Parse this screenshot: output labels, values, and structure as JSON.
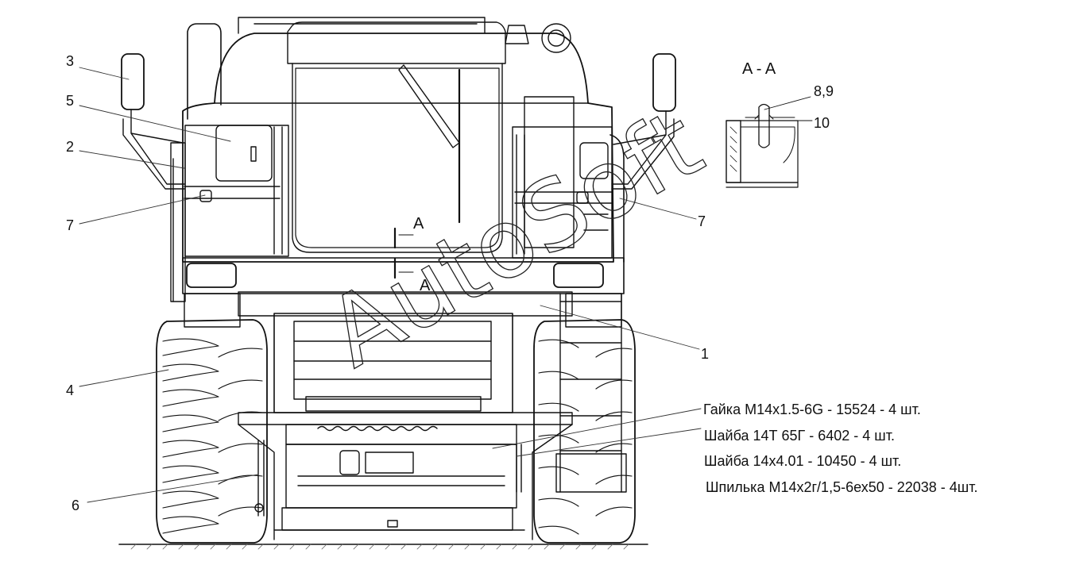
{
  "callouts": [
    {
      "label": "3"
    },
    {
      "label": "5"
    },
    {
      "label": "2"
    },
    {
      "label": "7"
    },
    {
      "label": "4"
    },
    {
      "label": "6"
    },
    {
      "label": "1"
    },
    {
      "label": "7"
    }
  ],
  "section_marks": {
    "top": "A",
    "bottom": "A"
  },
  "section_view": {
    "title": "A - A",
    "label_89": "8,9",
    "label_10": "10"
  },
  "parts_list": [
    "Гайка М14х1.5-6G - 15524 - 4 шт.",
    "Шайба 14Т 65Г - 6402 - 4 шт.",
    "Шайба 14х4.01 - 10450 - 4 шт.",
    "Шпилька М14х2г/1,5-6ех50 - 22038 - 4шт."
  ],
  "watermark": "AutoSoft"
}
